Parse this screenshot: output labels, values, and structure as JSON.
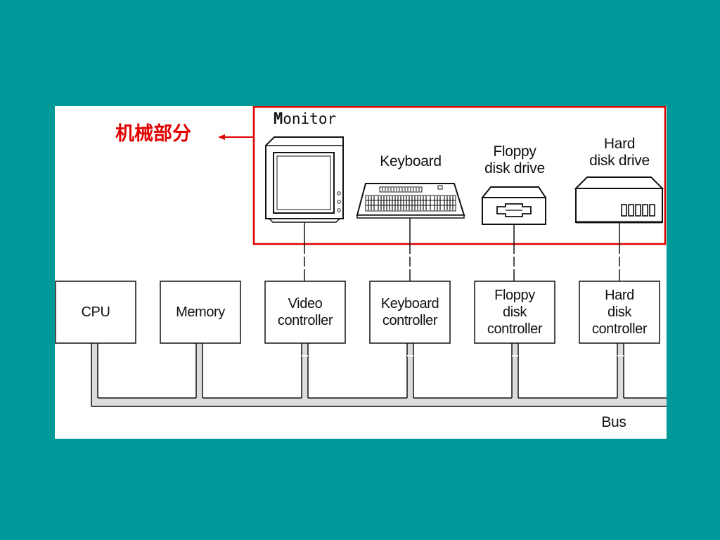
{
  "annotation": {
    "label": "机械部分",
    "color": "#e00000"
  },
  "devices": {
    "monitor_first_letter": "M",
    "monitor_rest": "onitor",
    "keyboard": "Keyboard",
    "floppy_line1": "Floppy",
    "floppy_line2": "disk drive",
    "hard_line1": "Hard",
    "hard_line2": "disk drive"
  },
  "controllers": [
    {
      "lines": [
        "CPU"
      ]
    },
    {
      "lines": [
        "Memory"
      ]
    },
    {
      "lines": [
        "Video",
        "controller"
      ]
    },
    {
      "lines": [
        "Keyboard",
        "controller"
      ]
    },
    {
      "lines": [
        "Floppy",
        "disk",
        "controller"
      ]
    },
    {
      "lines": [
        "Hard",
        "disk",
        "controller"
      ]
    }
  ],
  "bus_label": "Bus",
  "colors": {
    "background": "#009999",
    "panel": "#ffffff",
    "highlight_border": "#e00000"
  }
}
